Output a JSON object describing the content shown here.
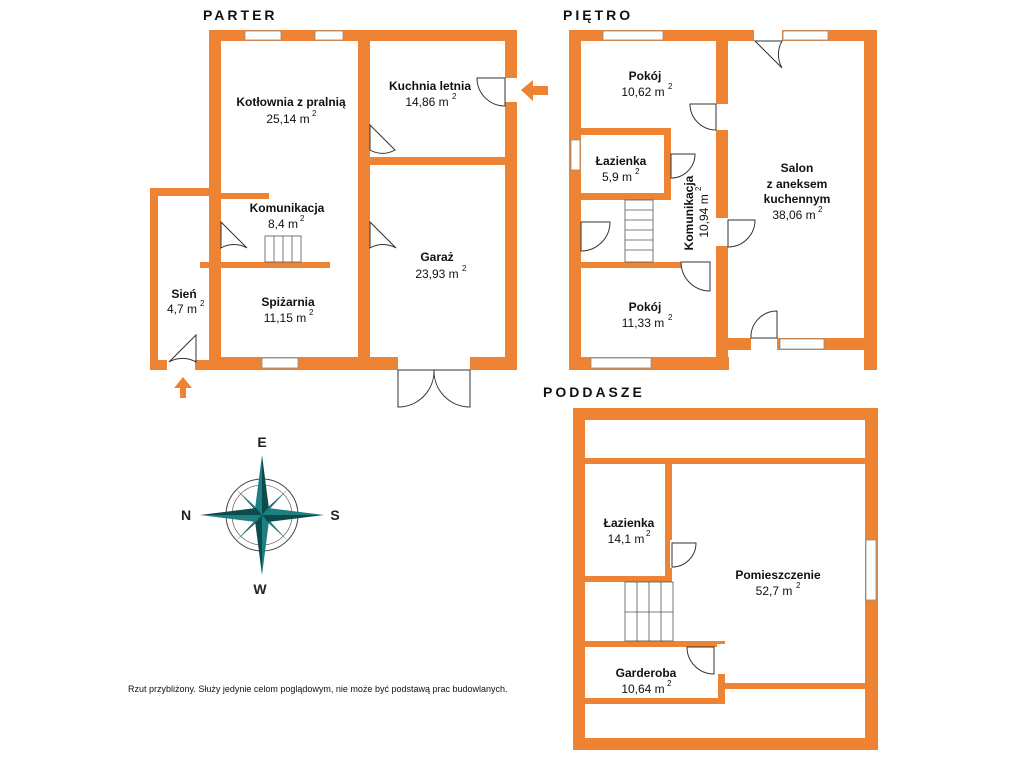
{
  "floors": {
    "parter": {
      "title": "PARTER",
      "rooms": {
        "kotlownia": {
          "name": "Kotłownia z pralnią",
          "area": "25,14 m",
          "unit_sup": "2"
        },
        "kuchnia_letnia": {
          "name": "Kuchnia letnia",
          "area": "14,86 m",
          "unit_sup": "2"
        },
        "komunikacja": {
          "name": "Komunikacja",
          "area": "8,4 m",
          "unit_sup": "2"
        },
        "garaz": {
          "name": "Garaż",
          "area": "23,93 m",
          "unit_sup": "2"
        },
        "sien": {
          "name": "Sień",
          "area": "4,7 m",
          "unit_sup": "2"
        },
        "spizarnia": {
          "name": "Spiżarnia",
          "area": "11,15 m",
          "unit_sup": "2"
        }
      }
    },
    "pietro": {
      "title": "PIĘTRO",
      "rooms": {
        "pokoj1": {
          "name": "Pokój",
          "area": "10,62 m",
          "unit_sup": "2"
        },
        "lazienka": {
          "name": "Łazienka",
          "area": "5,9 m",
          "unit_sup": "2"
        },
        "komunikacja": {
          "name": "Komunikacja",
          "area": "10,94 m",
          "unit_sup": "2"
        },
        "salon": {
          "name_l1": "Salon",
          "name_l2": "z aneksem",
          "name_l3": "kuchennym",
          "area": "38,06 m",
          "unit_sup": "2"
        },
        "pokoj2": {
          "name": "Pokój",
          "area": "11,33 m",
          "unit_sup": "2"
        }
      }
    },
    "poddasze": {
      "title": "PODDASZE",
      "rooms": {
        "lazienka": {
          "name": "Łazienka",
          "area": "14,1 m",
          "unit_sup": "2"
        },
        "pomieszczenie": {
          "name": "Pomieszczenie",
          "area": "52,7 m",
          "unit_sup": "2"
        },
        "garderoba": {
          "name": "Garderoba",
          "area": "10,64 m",
          "unit_sup": "2"
        }
      }
    }
  },
  "compass": {
    "e": "E",
    "n": "N",
    "s": "S",
    "w": "W"
  },
  "note": "Rzut przybliżony. Służy jedynie celom poglądowym, nie może być podstawą prac budowlanych.",
  "colors": {
    "wall": "#ee8433",
    "compass_teal": "#1c7f80",
    "compass_dark": "#0d4a4b"
  }
}
